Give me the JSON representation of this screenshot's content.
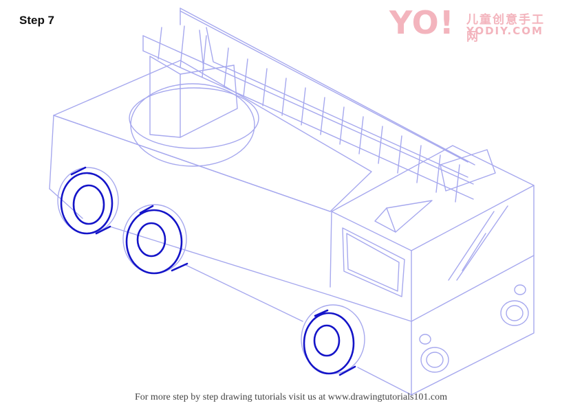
{
  "step": {
    "title": "Step 7"
  },
  "logo": {
    "mark": "YO!",
    "chinese": "儿童创意手工网",
    "latin": "YODIY.COM",
    "color": "#f3b4bd"
  },
  "colors": {
    "sketch": "#a6a8ee",
    "ink": "#1414c8"
  },
  "footer": {
    "text": "For more step by step drawing tutorials visit us at www.drawingtutorials101.com"
  }
}
